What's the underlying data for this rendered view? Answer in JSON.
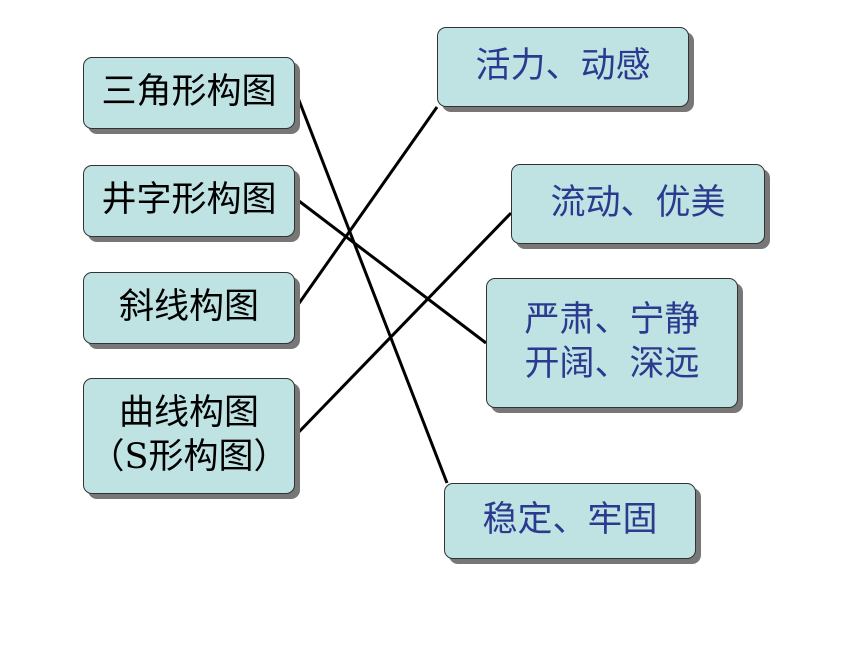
{
  "left_items": [
    {
      "id": "triangle",
      "lines": [
        "三角形构图"
      ]
    },
    {
      "id": "grid",
      "lines": [
        "井字形构图"
      ]
    },
    {
      "id": "diagonal",
      "lines": [
        "斜线构图"
      ]
    },
    {
      "id": "curve",
      "lines": [
        "曲线构图",
        "（S形构图）"
      ]
    }
  ],
  "right_items": [
    {
      "id": "vitality",
      "lines": [
        "活力、动感"
      ]
    },
    {
      "id": "flowing",
      "lines": [
        "流动、优美"
      ]
    },
    {
      "id": "solemn",
      "lines": [
        "严肃、宁静",
        "开阔、深远"
      ]
    },
    {
      "id": "stable",
      "lines": [
        "稳定、牢固"
      ]
    }
  ],
  "connections": [
    {
      "from": "triangle",
      "to": "stable"
    },
    {
      "from": "grid",
      "to": "solemn"
    },
    {
      "from": "diagonal",
      "to": "vitality"
    },
    {
      "from": "curve",
      "to": "flowing"
    }
  ],
  "colors": {
    "box_fill": "#bfe3e3",
    "left_text": "#000000",
    "right_text": "#2b3a8f",
    "line": "#000000"
  }
}
